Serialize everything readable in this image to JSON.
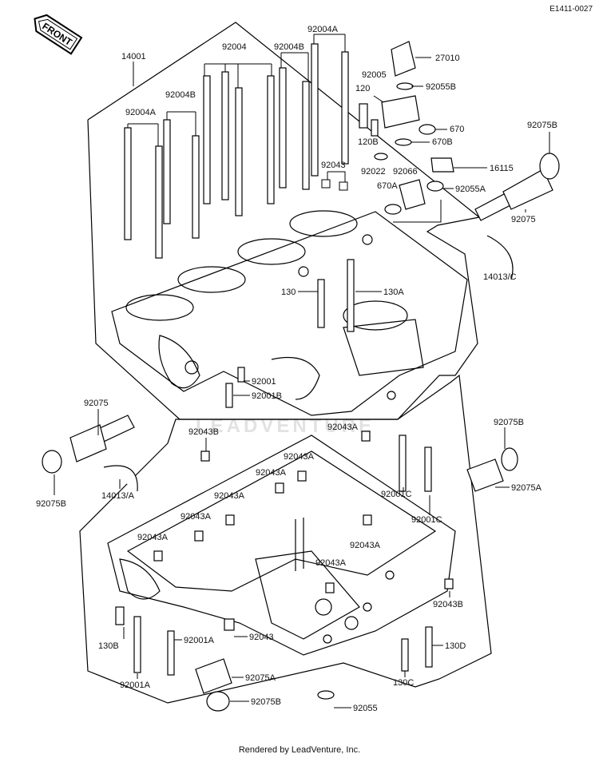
{
  "diagram_id": "E1411-0027",
  "front_badge": "FRONT",
  "footer": "Rendered by LeadVenture, Inc.",
  "watermark": "LEADVENTURE",
  "parts": [
    {
      "id": "p14001",
      "label": "14001"
    },
    {
      "id": "p92004",
      "label": "92004"
    },
    {
      "id": "p92004b_top",
      "label": "92004B"
    },
    {
      "id": "p92004a_top",
      "label": "92004A"
    },
    {
      "id": "p92004b_mid",
      "label": "92004B"
    },
    {
      "id": "p92004a_mid",
      "label": "92004A"
    },
    {
      "id": "p92005",
      "label": "92005"
    },
    {
      "id": "p27010",
      "label": "27010"
    },
    {
      "id": "p92055b",
      "label": "92055B"
    },
    {
      "id": "p120",
      "label": "120"
    },
    {
      "id": "p120b",
      "label": "120B"
    },
    {
      "id": "p670",
      "label": "670"
    },
    {
      "id": "p670b",
      "label": "670B"
    },
    {
      "id": "p16115",
      "label": "16115"
    },
    {
      "id": "p92043_top",
      "label": "92043"
    },
    {
      "id": "p92022",
      "label": "92022"
    },
    {
      "id": "p92066",
      "label": "92066"
    },
    {
      "id": "p670a",
      "label": "670A"
    },
    {
      "id": "p92055a",
      "label": "92055A"
    },
    {
      "id": "p92075b_r",
      "label": "92075B"
    },
    {
      "id": "p92075_r",
      "label": "92075"
    },
    {
      "id": "p14013c",
      "label": "14013/C"
    },
    {
      "id": "p130",
      "label": "130"
    },
    {
      "id": "p130a",
      "label": "130A"
    },
    {
      "id": "p92001",
      "label": "92001"
    },
    {
      "id": "p92001b",
      "label": "92001B"
    },
    {
      "id": "p92075_l",
      "label": "92075"
    },
    {
      "id": "p92075b_l",
      "label": "92075B"
    },
    {
      "id": "p14013a",
      "label": "14013/A"
    },
    {
      "id": "p92043b_l",
      "label": "92043B"
    },
    {
      "id": "p92043a_1",
      "label": "92043A"
    },
    {
      "id": "p92043a_2",
      "label": "92043A"
    },
    {
      "id": "p92043a_3",
      "label": "92043A"
    },
    {
      "id": "p92043a_4",
      "label": "92043A"
    },
    {
      "id": "p92043a_5",
      "label": "92043A"
    },
    {
      "id": "p92043a_6",
      "label": "92043A"
    },
    {
      "id": "p92043a_7",
      "label": "92043A"
    },
    {
      "id": "p92043a_8",
      "label": "92043A"
    },
    {
      "id": "p92001c_1",
      "label": "92001C"
    },
    {
      "id": "p92001c_2",
      "label": "92001C"
    },
    {
      "id": "p92075b_r2",
      "label": "92075B"
    },
    {
      "id": "p92075a_r",
      "label": "92075A"
    },
    {
      "id": "p92043b_r",
      "label": "92043B"
    },
    {
      "id": "p130b",
      "label": "130B"
    },
    {
      "id": "p92001a_1",
      "label": "92001A"
    },
    {
      "id": "p92001a_2",
      "label": "92001A"
    },
    {
      "id": "p92043_bot",
      "label": "92043"
    },
    {
      "id": "p130d",
      "label": "130D"
    },
    {
      "id": "p130c",
      "label": "130C"
    },
    {
      "id": "p92075a_b",
      "label": "92075A"
    },
    {
      "id": "p92075b_b",
      "label": "92075B"
    },
    {
      "id": "p92055",
      "label": "92055"
    }
  ]
}
